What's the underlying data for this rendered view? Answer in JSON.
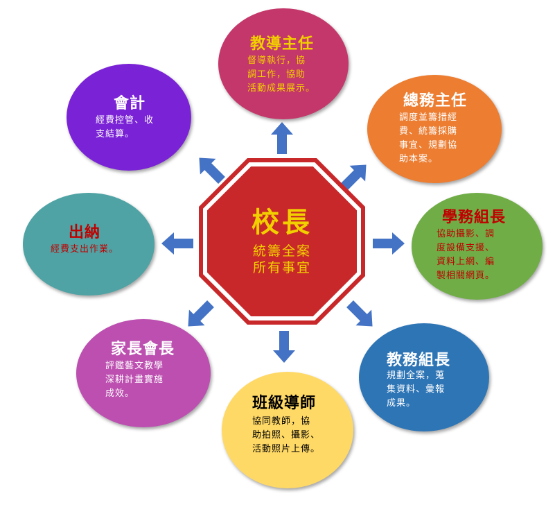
{
  "center": {
    "title": "校長",
    "desc": "統籌全案\n所有事宜",
    "fill": "#c8282a",
    "text_color": "#f2d000"
  },
  "roles": [
    {
      "id": "jiaodao",
      "title": "教導主任",
      "desc": "督導執行，協\n調工作，協助\n活動成果展示。",
      "fill": "#c4376a",
      "text_color": "#f2d000"
    },
    {
      "id": "zongwu",
      "title": "總務主任",
      "desc": "調度並籌措經\n費、統籌採購\n事宜、規劃協\n助本案。",
      "fill": "#ec7d31",
      "text_color": "#ffffff"
    },
    {
      "id": "xuewu",
      "title": "學務組長",
      "desc": "協助攝影、調\n度設備支援、\n資料上網、編\n製相關網頁。",
      "fill": "#70ad47",
      "text_color": "#c00000"
    },
    {
      "id": "jiaowu",
      "title": "教務組長",
      "desc": "規劃全案，蒐\n集資料、彙報\n成果。",
      "fill": "#2e75b6",
      "text_color": "#ffffff"
    },
    {
      "id": "banji",
      "title": "班級導師",
      "desc": "協同教師，協\n助拍照、攝影、\n活動照片上傳。",
      "fill": "#ffd966",
      "text_color": "#000000"
    },
    {
      "id": "jiazhang",
      "title": "家長會長",
      "desc": "評鑑藝文教學\n深耕計畫實施\n成效。",
      "fill": "#bc4fb0",
      "text_color": "#ffffff"
    },
    {
      "id": "chuna",
      "title": "出納",
      "desc": "經費支出作業。",
      "fill": "#4fa3a4",
      "text_color": "#c00000"
    },
    {
      "id": "kuaiji",
      "title": "會計",
      "desc": "經費控管、收\n支結算。",
      "fill": "#7a22d6",
      "text_color": "#ffffff"
    }
  ],
  "arrow_color": "#4472c4"
}
